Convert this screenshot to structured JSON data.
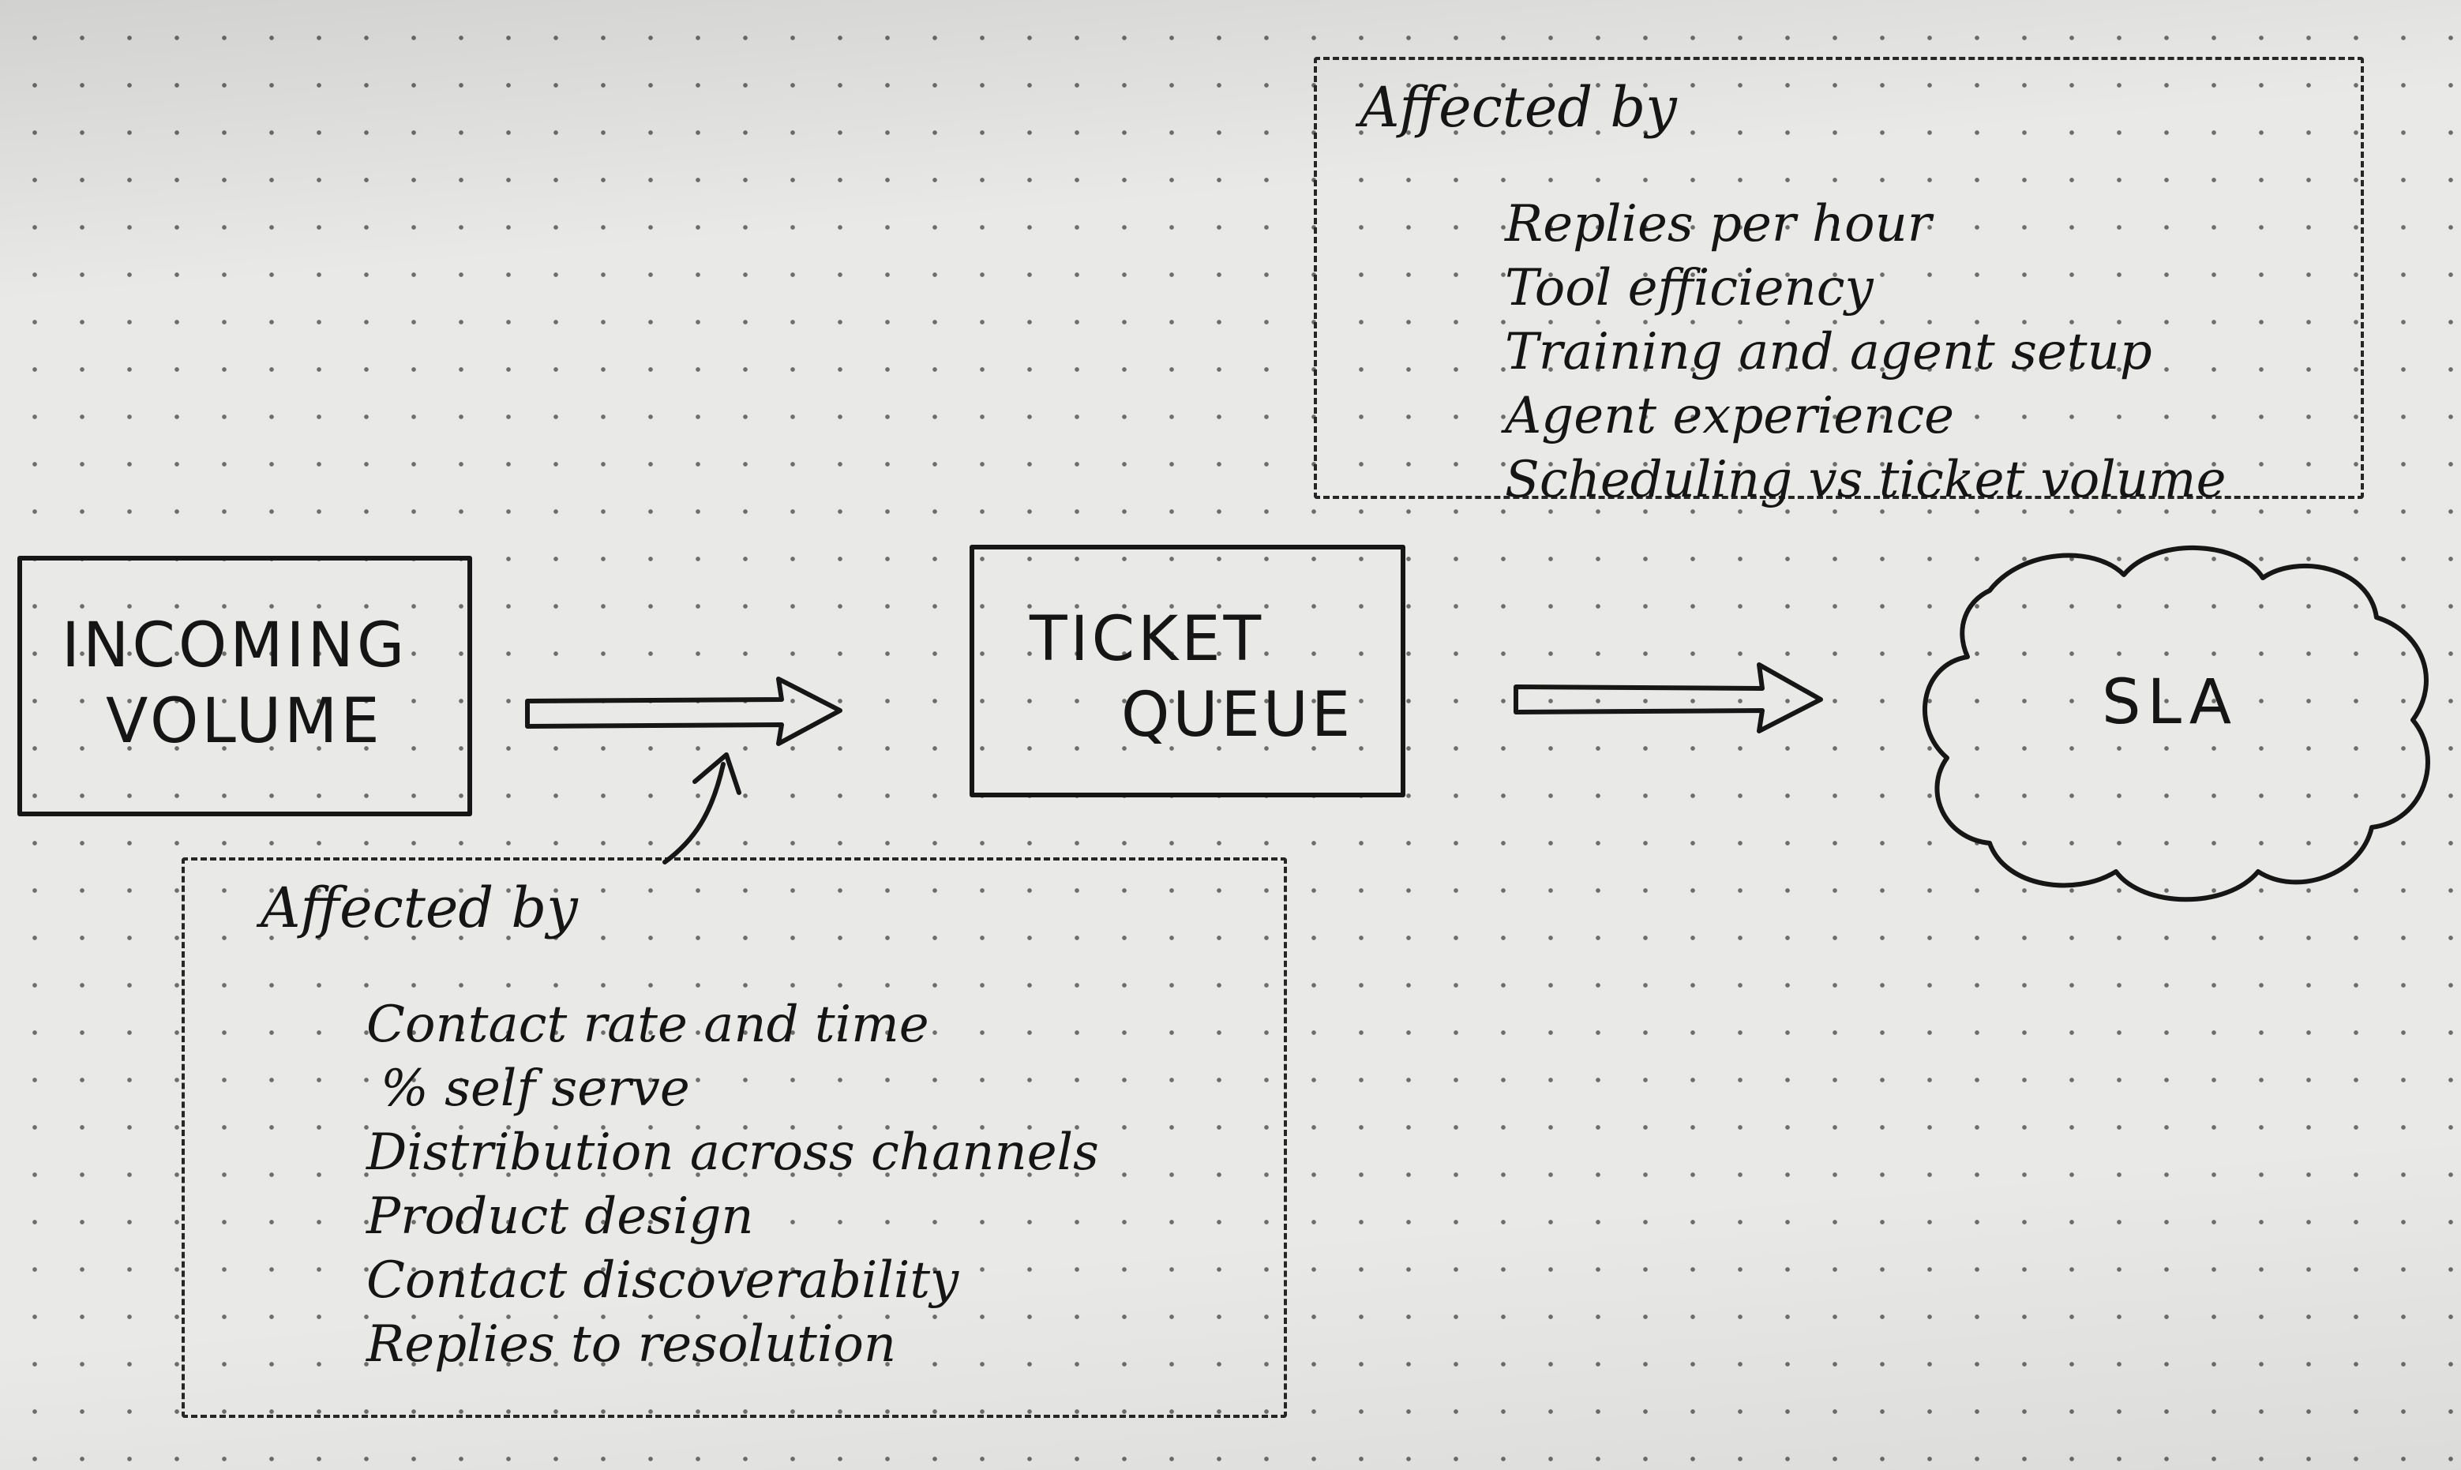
{
  "nodes": {
    "incoming": {
      "line1": "INCOMING",
      "line2": "VOLUME"
    },
    "queue": {
      "line1": "TICKET",
      "line2": "QUEUE"
    },
    "sla": {
      "label": "SLA"
    }
  },
  "notes": {
    "queue_factors": {
      "heading": "Affected by",
      "items": [
        "Replies per hour",
        "Tool efficiency",
        "Training and agent setup",
        "Agent experience",
        "Scheduling vs ticket volume"
      ]
    },
    "incoming_factors": {
      "heading": "Affected by",
      "items": [
        "Contact rate and time",
        "% self serve",
        "Distribution across channels",
        "Product design",
        "Contact discoverability",
        "Replies to resolution"
      ]
    }
  }
}
